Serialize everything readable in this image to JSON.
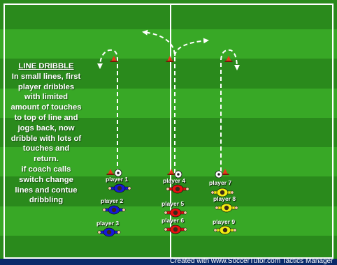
{
  "drill": {
    "title": "LINE DRIBBLE",
    "lines": [
      "In small lines, first",
      "player dribbles",
      "with limited",
      "amount of touches",
      "to top of line and",
      "jogs back, now",
      "dribble with lots of",
      "touches and",
      "return.",
      "if coach calls",
      "switch change",
      "lines and contue",
      "dribbling"
    ]
  },
  "players": [
    {
      "label": "player 1",
      "team": "blue"
    },
    {
      "label": "player 2",
      "team": "blue"
    },
    {
      "label": "player 3",
      "team": "blue"
    },
    {
      "label": "player 4",
      "team": "red"
    },
    {
      "label": "player 5",
      "team": "red"
    },
    {
      "label": "player 6",
      "team": "red"
    },
    {
      "label": "player 7",
      "team": "yellow"
    },
    {
      "label": "player 8",
      "team": "yellow"
    },
    {
      "label": "player 9",
      "team": "yellow"
    }
  ],
  "footer": "Created with www.SoccerTutor.com Tactics Manager",
  "colors": {
    "grass_dark": "#2a8a1c",
    "grass_light": "#38a826",
    "blue_team": "#1418d8",
    "red_team": "#e81010",
    "yellow_team": "#f2ee10",
    "cone": "#e8391a"
  }
}
